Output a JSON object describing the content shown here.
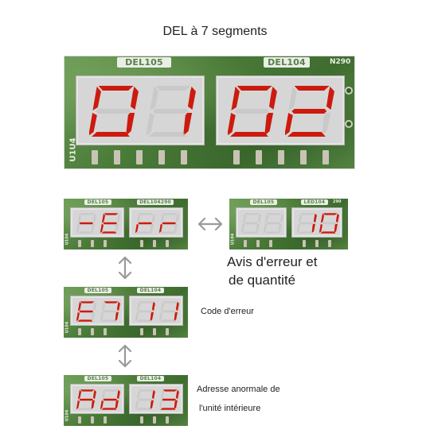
{
  "title": "DEL à 7 segments",
  "colors": {
    "segment_on": "#cc1b0e",
    "segment_off": "#c4c4c4",
    "display_bg": "#d6d6d6",
    "pcb": "#4e7f3c"
  },
  "top": {
    "left_label": "DEL105",
    "right_label": "DEL104",
    "side_text": "U1U4",
    "corner_text": "N290",
    "left_chars": [
      "0",
      "1"
    ],
    "right_chars": [
      "0",
      "2"
    ]
  },
  "error_panel": {
    "left_label": "DEL105",
    "right_label": "DEL104290",
    "side_text": "U104",
    "chars": [
      "-",
      "E",
      "r",
      "r"
    ]
  },
  "quantity_panel": {
    "left_label": "DEL105",
    "right_label": "LED104",
    "side_text": "U104",
    "corner_text": "290",
    "chars": [
      "",
      "",
      "1",
      "0"
    ]
  },
  "code_panel": {
    "left_label": "DEL105",
    "right_label": "DEL104",
    "side_text": "U104",
    "chars": [
      "E",
      "7",
      "1",
      "1"
    ]
  },
  "address_panel": {
    "left_label": "DEL105",
    "right_label": "DEL104",
    "side_text": "U104",
    "chars": [
      "A",
      "d",
      "1",
      "3"
    ]
  },
  "notes": {
    "error_quantity_line1": "Avis d'erreur et",
    "error_quantity_line2": "de quantité",
    "error_code": "Code d'erreur",
    "address_line1": "Adresse anormale de",
    "address_line2": "l'unité intérieure"
  },
  "icons": {
    "horizontal_arrow": "double-arrow-horizontal-icon",
    "vertical_arrow": "double-arrow-vertical-icon"
  }
}
